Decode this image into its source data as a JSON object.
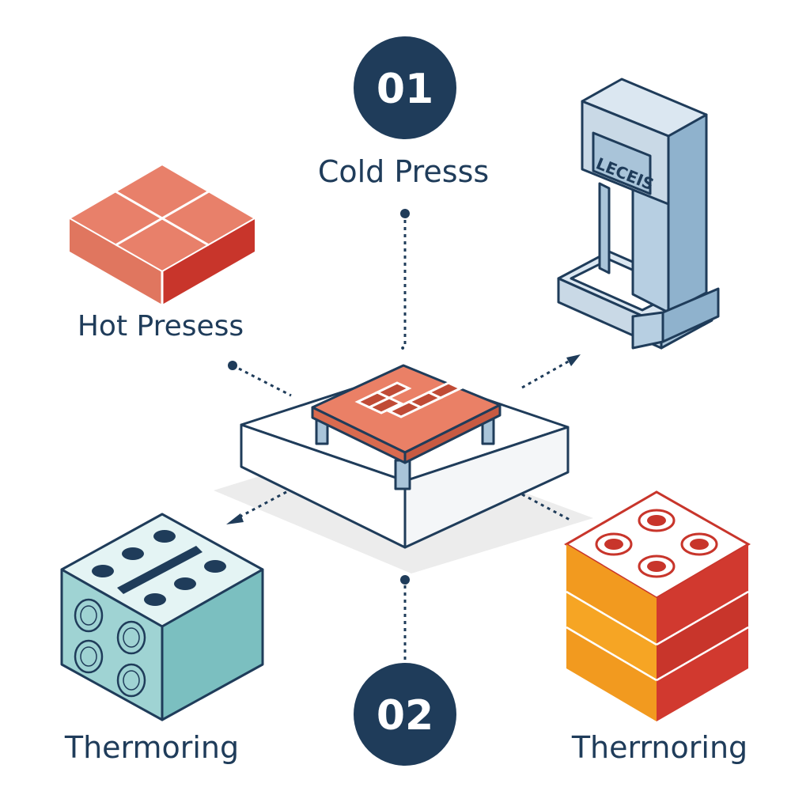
{
  "badges": {
    "top": "01",
    "bottom": "02"
  },
  "labels": {
    "top_center": "Cold Presss",
    "top_left": "Hot Presess",
    "bottom_left": "Thermoring",
    "bottom_right": "Therrnoring",
    "machine_sign": "LECEIS"
  },
  "colors": {
    "navy": "#1f3c5a",
    "coral": "#e8806a",
    "coral_dark": "#c8352b",
    "teal": "#9fd3d3",
    "teal_dark": "#7bbfc0",
    "orange": "#f29a1f",
    "red": "#d1392f",
    "steel": "#a9c4d9",
    "steel_light": "#dbe7f1"
  },
  "icons": [
    "coral-tile-block-icon",
    "press-machine-icon",
    "teal-mold-block-icon",
    "layered-stack-block-icon",
    "central-platform-icon"
  ]
}
